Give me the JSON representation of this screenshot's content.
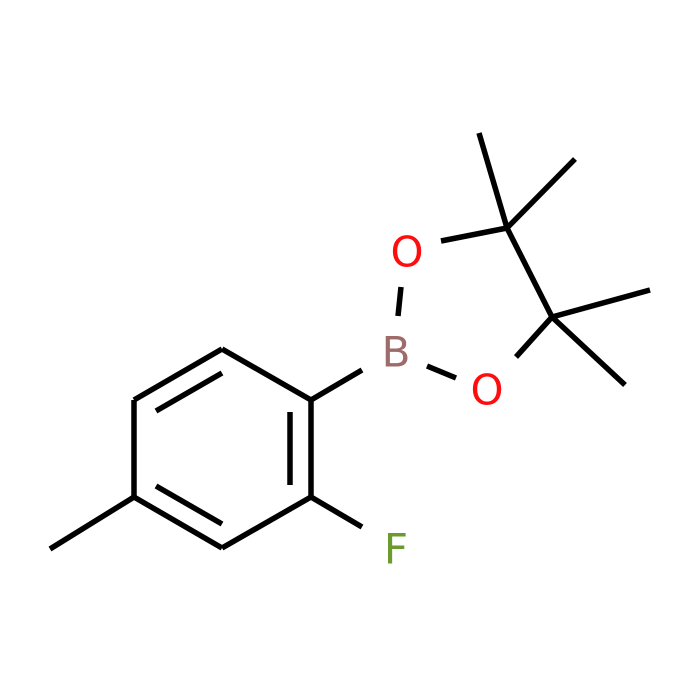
{
  "atoms": {
    "boron": {
      "label": "B",
      "color": "#9e6b6b"
    },
    "oxygen_top": {
      "label": "O",
      "color": "#ff0d0d"
    },
    "oxygen_bottom": {
      "label": "O",
      "color": "#ff0d0d"
    },
    "fluorine": {
      "label": "F",
      "color": "#6b9a2f"
    }
  },
  "bond_color": "#000000"
}
